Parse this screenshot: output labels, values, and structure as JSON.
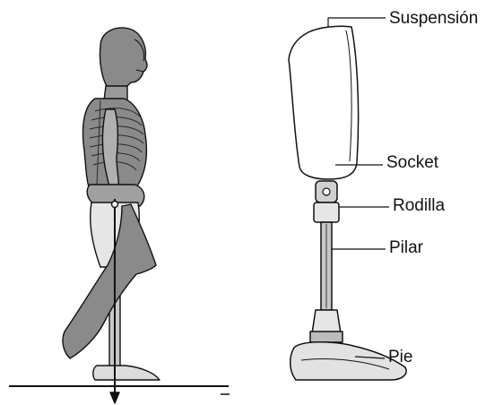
{
  "labels": {
    "suspension": "Suspensión",
    "socket": "Socket",
    "knee": "Rodilla",
    "pylon": "Pilar",
    "foot": "Pie"
  },
  "colors": {
    "ink": "#111111",
    "skeleton_fill": "#8a8a8a",
    "skin_fill": "#b8b8b8",
    "light_fill": "#e6e6e6",
    "background": "#ffffff"
  }
}
